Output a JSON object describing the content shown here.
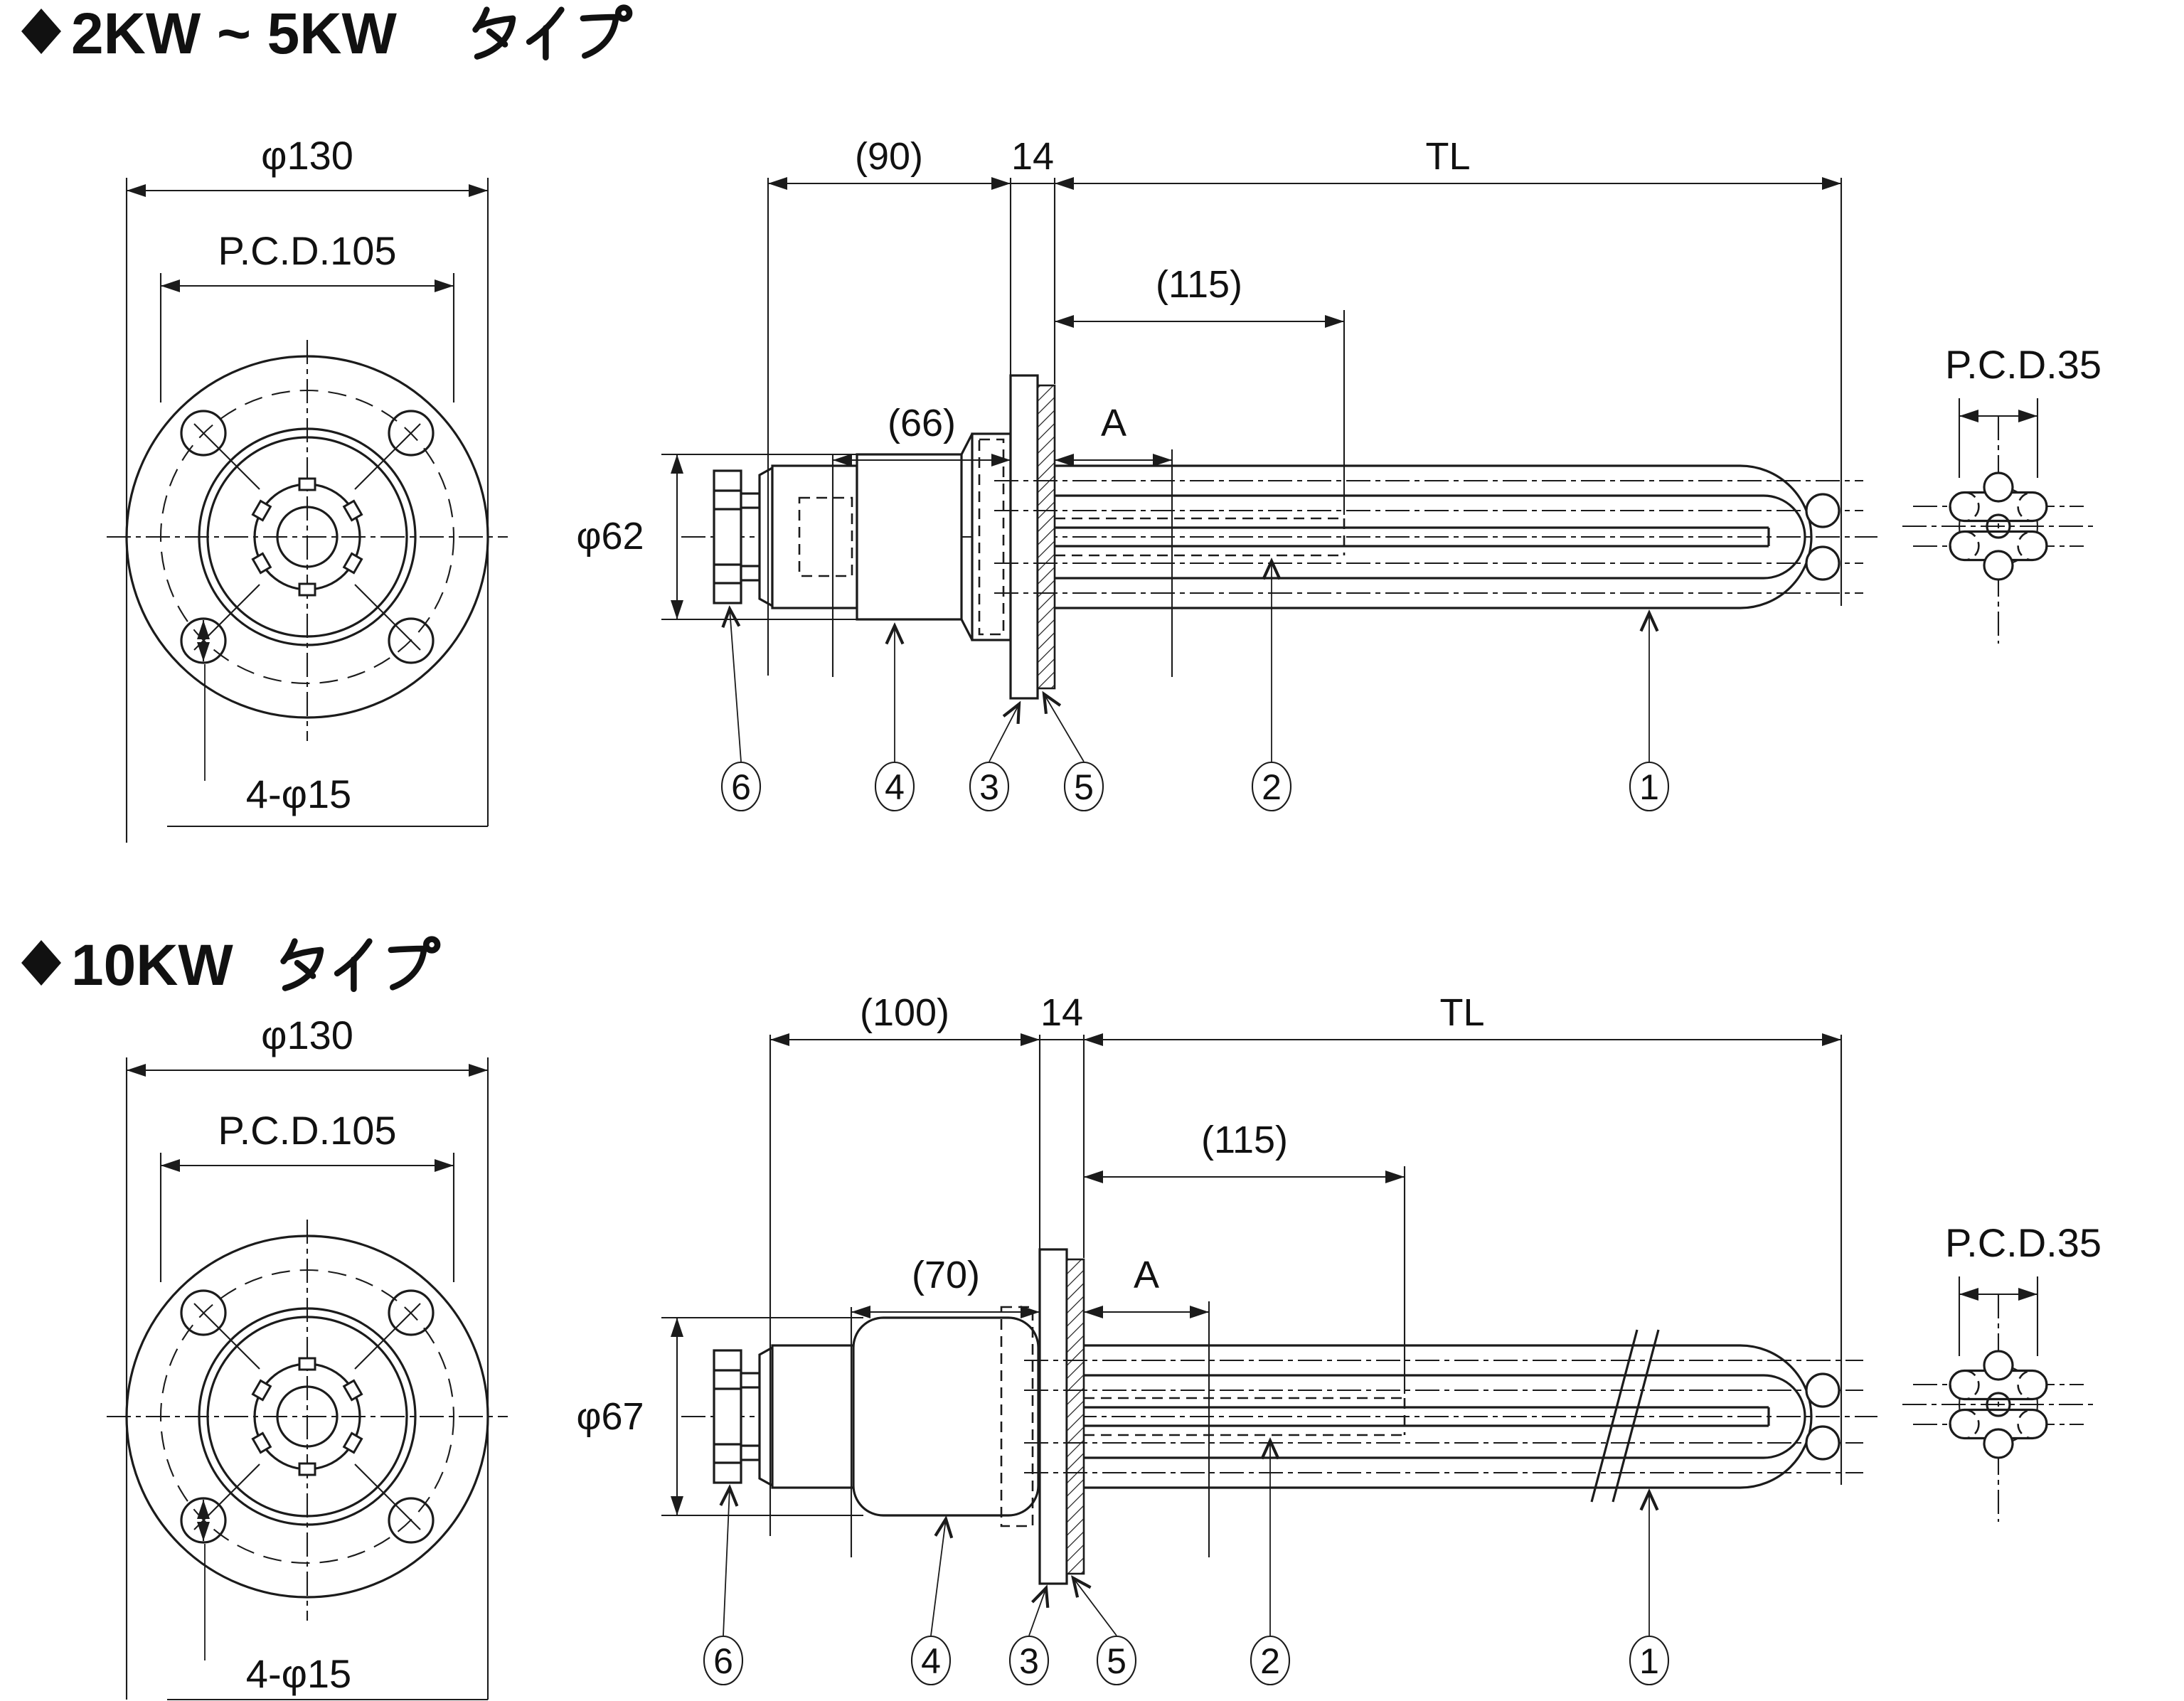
{
  "doc": {
    "background": "#ffffff",
    "ink": "#1b1b1b",
    "kind": "flange-heater-dimension-drawing"
  },
  "s1": {
    "title_full": "◆2KW ~ 5KW タイプ",
    "title_kw": "2KW ~ 5KW",
    "title_type": "タイプ",
    "front": {
      "dia": "φ130",
      "pcd": "P.C.D.105",
      "holes": "4-φ15"
    },
    "dims": {
      "back": "(90)",
      "flange": "14",
      "total": "TL",
      "immersion": "(115)",
      "a": "A",
      "body": "(66)",
      "body_dia": "φ62"
    },
    "end_view": {
      "pcd": "P.C.D.35"
    },
    "callouts": [
      "6",
      "4",
      "3",
      "5",
      "2",
      "1"
    ]
  },
  "s2": {
    "title_full": "◆10KW タイプ",
    "title_kw": "10KW",
    "title_type": "タイプ",
    "front": {
      "dia": "φ130",
      "pcd": "P.C.D.105",
      "holes": "4-φ15"
    },
    "dims": {
      "back": "(100)",
      "flange": "14",
      "total": "TL",
      "immersion": "(115)",
      "a": "A",
      "body": "(70)",
      "body_dia": "φ67"
    },
    "end_view": {
      "pcd": "P.C.D.35"
    },
    "callouts": [
      "6",
      "4",
      "3",
      "5",
      "2",
      "1"
    ]
  }
}
